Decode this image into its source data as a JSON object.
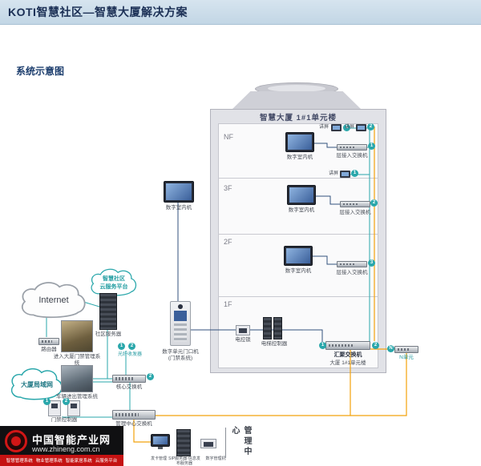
{
  "header": {
    "title": "KOTI智慧社区—智慧大厦解决方案"
  },
  "page": {
    "section_title": "系统示意图"
  },
  "building": {
    "title": "智慧大厦 1#1单元楼",
    "floors": {
      "nf": "NF",
      "f3": "3F",
      "f2": "2F",
      "f1": "1F"
    },
    "labels": {
      "indoor_unit": "数字室内机",
      "floor_switch": "层接入交换机",
      "intercom": "讲屏",
      "door_station_line1": "数字单元门口机",
      "door_station_line2": "(门禁系统)",
      "lock": "电控锁",
      "elevator": "电梯控制器",
      "agg_switch": "汇聚交换机",
      "agg_switch_sub": "大厦 1#1单元楼",
      "n_unit": "N单元"
    }
  },
  "network": {
    "cloud_platform_line1": "智慧社区",
    "cloud_platform_line2": "云服务平台",
    "internet": "Internet",
    "community_server": "社区服务器",
    "router": "路由器",
    "access_system": "进入大厦门禁管理系统",
    "fiber": "光纤收发器",
    "lan_cloud": "大厦局域网",
    "vehicle_system": "车辆进出管理系统",
    "core_switch": "核心交换机",
    "door_controller": "门禁控制器",
    "mgmt_switch": "管理中心交换机"
  },
  "management": {
    "title": "管理中心",
    "device1": "发卡管理",
    "device2": "SIP服务器·信息发布服务器",
    "device3": "数字管理机"
  },
  "markers": {
    "one": "1",
    "two": "2",
    "three": "3",
    "n": "N"
  },
  "logo": {
    "name": "中国智能产业网",
    "url": "www.zhineng.com.cn",
    "services": [
      "智慧管理系统",
      "物业管理系统",
      "智能家居系统",
      "云服务平台"
    ]
  }
}
